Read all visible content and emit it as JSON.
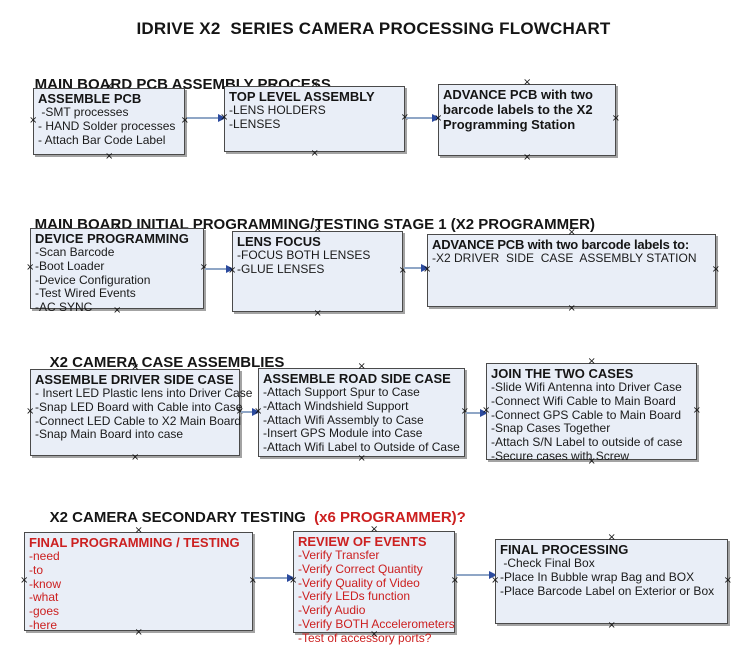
{
  "title": "IDRIVE X2  SERIES CAMERA PROCESSING FLOWCHART",
  "icons": {
    "anchor": "×"
  },
  "colors": {
    "box_fill": "#e9eef7",
    "box_border": "#4a4a4a",
    "connector_line": "#8fa6c6",
    "connector_arrowhead": "#2b4a9e",
    "red_text": "#cc2020",
    "text": "#151515"
  },
  "sections": [
    {
      "heading": "MAIN BOARD PCB ASSEMBLY PROCESS",
      "boxes": [
        {
          "title": "ASSEMBLE PCB",
          "items": [
            " -SMT processes",
            "- HAND Solder processes",
            "- Attach Bar Code Label"
          ]
        },
        {
          "title": "TOP LEVEL ASSEMBLY",
          "items": [
            "-LENS HOLDERS",
            "-LENSES"
          ]
        },
        {
          "title": "ADVANCE PCB with two barcode labels to the  X2 Programming Station",
          "items": []
        }
      ]
    },
    {
      "heading": "MAIN BOARD INITIAL PROGRAMMING/TESTING STAGE 1 (X2 PROGRAMMER)",
      "boxes": [
        {
          "title": "DEVICE PROGRAMMING",
          "items": [
            "-Scan Barcode",
            "-Boot Loader",
            "-Device Configuration",
            "-Test Wired Events",
            "-AC SYNC"
          ]
        },
        {
          "title": "LENS FOCUS",
          "items": [
            "-FOCUS BOTH LENSES",
            "-GLUE LENSES"
          ]
        },
        {
          "title": "ADVANCE PCB with two barcode labels to:",
          "items": [
            "-X2 DRIVER  SIDE  CASE  ASSEMBLY STATION"
          ]
        }
      ]
    },
    {
      "heading": "X2 CAMERA CASE ASSEMBLIES",
      "boxes": [
        {
          "title": "ASSEMBLE DRIVER SIDE CASE",
          "items": [
            "- Insert LED Plastic lens into Driver Case",
            "-Snap LED Board with Cable into Case",
            "-Connect LED Cable to X2 Main Board",
            "-Snap Main Board into case"
          ]
        },
        {
          "title": "ASSEMBLE ROAD SIDE CASE",
          "items": [
            "-Attach Support Spur to Case",
            "-Attach Windshield Support",
            "-Attach Wifi Assembly to Case",
            "-Insert GPS Module into Case",
            "-Attach Wifi Label to Outside of Case"
          ]
        },
        {
          "title": "JOIN THE TWO CASES",
          "items": [
            "-Slide Wifi Antenna into Driver Case",
            "-Connect Wifi Cable to Main Board",
            "-Connect GPS Cable to Main Board",
            "-Snap Cases Together",
            "-Attach S/N Label to outside of case",
            "-Secure cases with Screw"
          ]
        }
      ]
    },
    {
      "heading": "X2 CAMERA SECONDARY TESTING ",
      "heading_red": " (x6 PROGRAMMER)?",
      "boxes": [
        {
          "title": "FINAL PROGRAMMING / TESTING",
          "items": [
            "-need",
            "-to",
            "-know",
            "-what",
            "-goes",
            "-here"
          ]
        },
        {
          "title": "REVIEW OF EVENTS",
          "items": [
            "-Verify Transfer",
            "-Verify Correct Quantity",
            "-Verify Quality of Video",
            "-Verify LEDs function",
            "-Verify Audio",
            "-Verify BOTH Accelerometers",
            "-Test of accessory ports?"
          ]
        },
        {
          "title": "FINAL PROCESSING",
          "items": [
            " -Check Final Box",
            "-Place In Bubble wrap Bag and BOX",
            "-Place Barcode Label on Exterior or Box"
          ]
        }
      ]
    }
  ]
}
